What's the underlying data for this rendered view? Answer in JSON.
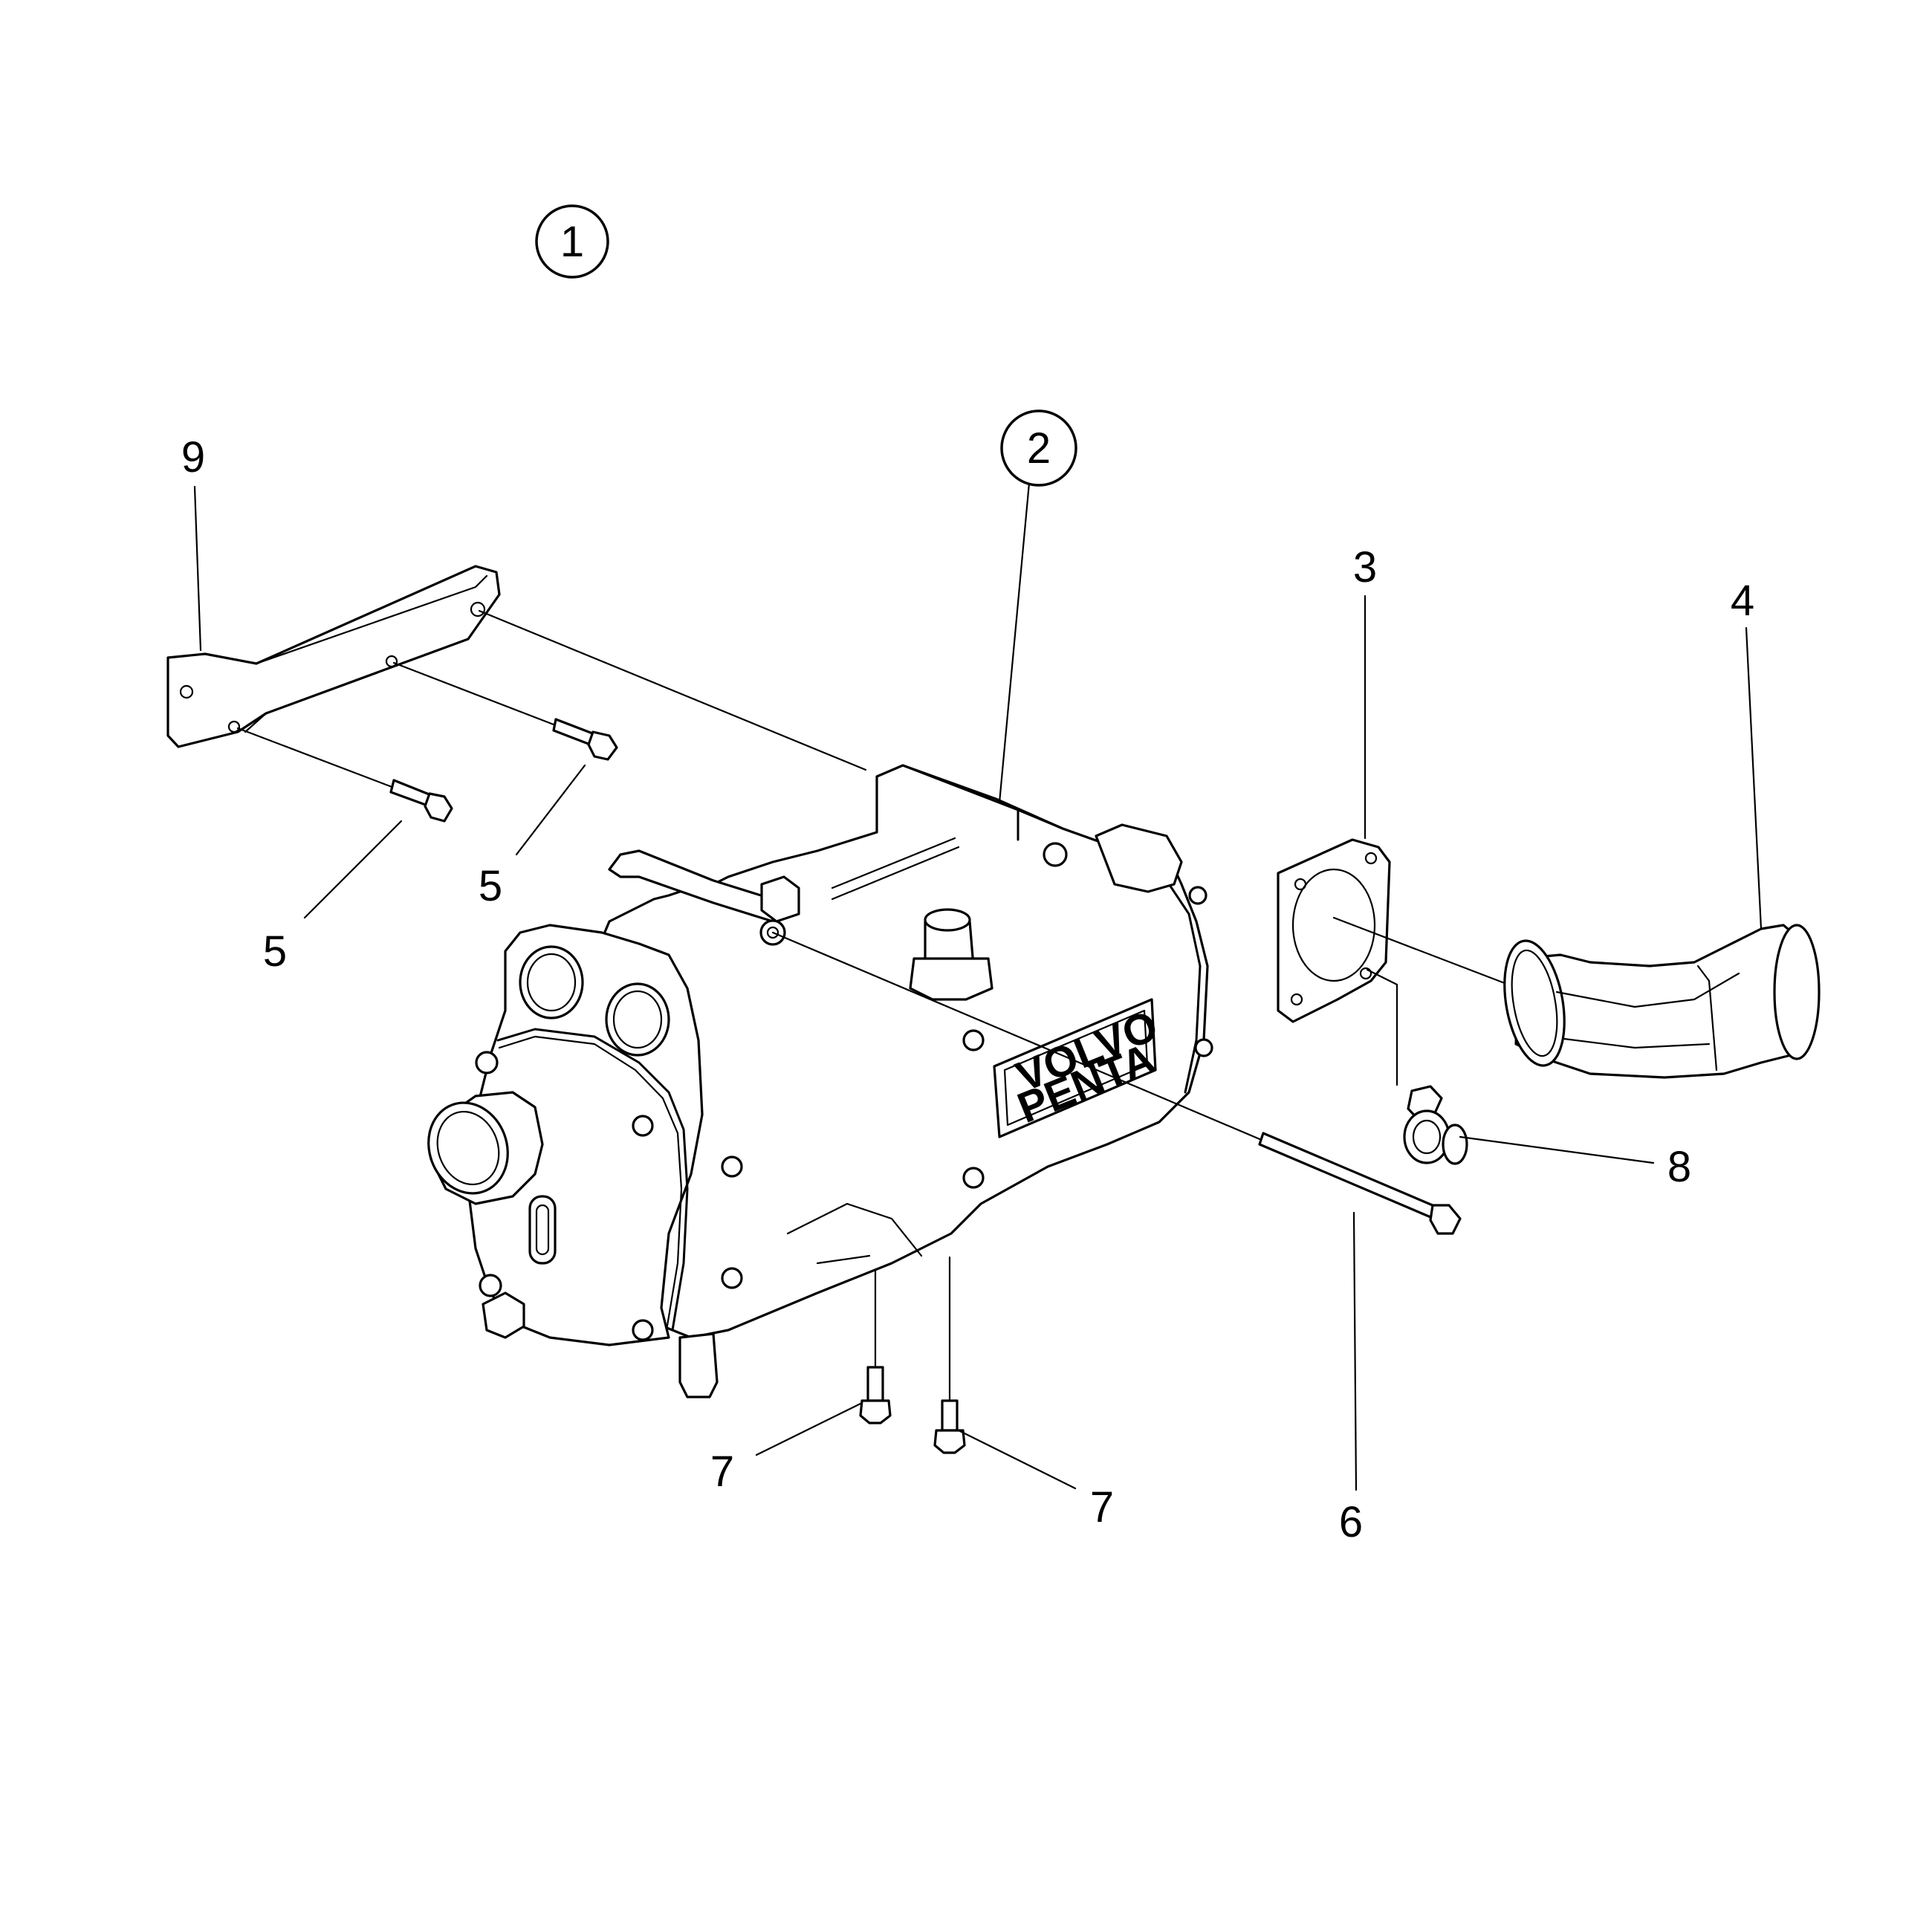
{
  "diagram": {
    "type": "exploded-parts-diagram",
    "line_color": "#000000",
    "background": "#ffffff",
    "callouts": [
      {
        "id": "c1",
        "label": "1",
        "circled": true
      },
      {
        "id": "c2",
        "label": "2",
        "circled": true
      },
      {
        "id": "c3",
        "label": "3",
        "circled": false
      },
      {
        "id": "c4",
        "label": "4",
        "circled": false
      },
      {
        "id": "c5a",
        "label": "5",
        "circled": false
      },
      {
        "id": "c5b",
        "label": "5",
        "circled": false
      },
      {
        "id": "c6",
        "label": "6",
        "circled": false
      },
      {
        "id": "c7a",
        "label": "7",
        "circled": false
      },
      {
        "id": "c7b",
        "label": "7",
        "circled": false
      },
      {
        "id": "c8",
        "label": "8",
        "circled": false
      },
      {
        "id": "c9",
        "label": "9",
        "circled": false
      }
    ],
    "nameplate": {
      "line1": "VOLVO",
      "line2": "PENTA"
    }
  }
}
